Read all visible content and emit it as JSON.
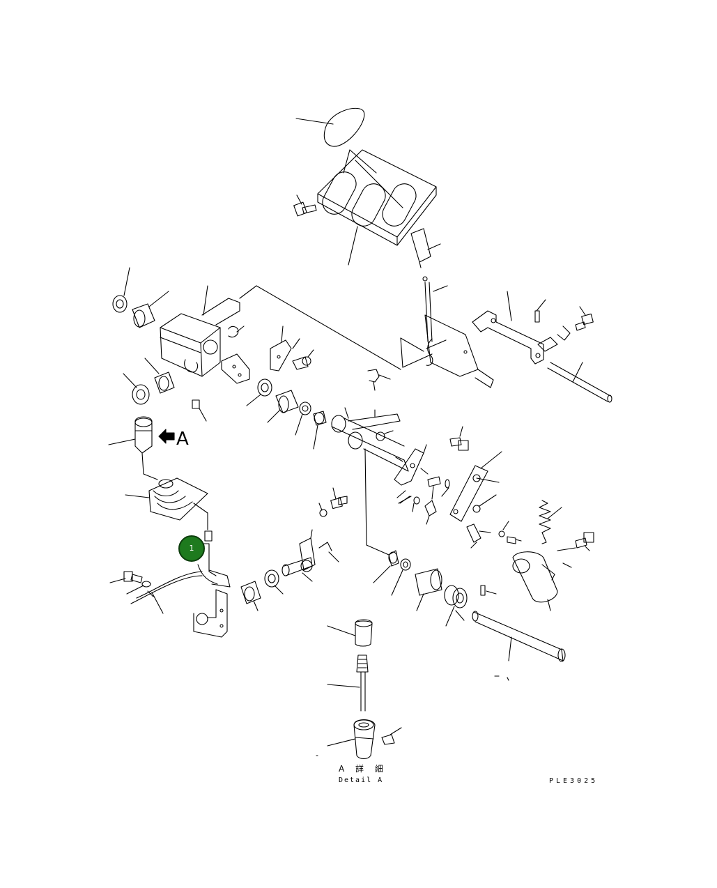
{
  "view_label": "A",
  "caption_jp": "A 詳 細",
  "caption_en": "Detail A",
  "drawing_code": "PLE3025",
  "callouts": [
    {
      "number": "1",
      "color": "#1e7a1e"
    }
  ]
}
